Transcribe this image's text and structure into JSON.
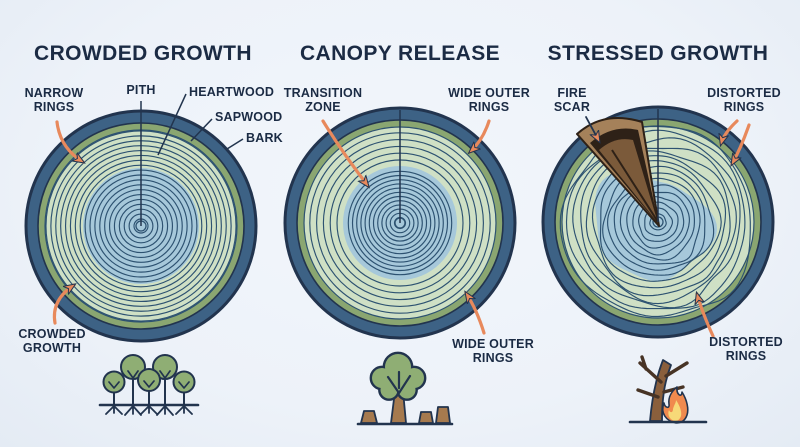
{
  "figure_name": "tree-ring-growth-patterns-diagram",
  "panels": [
    {
      "title": "CROWDED GROWTH",
      "icon": "crowded-trees-icon",
      "ring_pattern": "narrow-even",
      "ring_count": 19,
      "labels": {
        "narrow_rings": "NARROW\nRINGS",
        "pith": "PITH",
        "heartwood": "HEARTWOOD",
        "sapwood": "SAPWOOD",
        "bark": "BARK",
        "crowded_growth": "CROWDED\nGROWTH"
      }
    },
    {
      "title": "CANOPY RELEASE",
      "icon": "tree-with-stumps-icon",
      "ring_pattern": "dense-core-wide-outer",
      "labels": {
        "transition_zone": "TRANSITION\nZONE",
        "wide_outer_rings_top": "WIDE OUTER\nRINGS",
        "wide_outer_rings_bottom": "WIDE OUTER\nRINGS"
      }
    },
    {
      "title": "STRESSED GROWTH",
      "icon": "burnt-tree-icon",
      "ring_pattern": "distorted-wavy",
      "ring_count": 16,
      "labels": {
        "fire_scar": "FIRE\nSCAR",
        "distorted_rings_top": "DISTORTED\nRINGS",
        "distorted_rings_bottom": "DISTORTED\nRINGS"
      }
    }
  ],
  "colors": {
    "background": "#edf2f9",
    "text": "#1b2b44",
    "outline": "#22344e",
    "arrow_orange": "#e8895c",
    "bark_blue": "#3d6285",
    "sapwood_green": "#8aa671",
    "ring_field_green": "#cfe0c5",
    "heartwood_blue": "#a6c8da",
    "ring_line_blue": "#2d5271",
    "scar_light_brown": "#a5815a",
    "scar_mid_brown": "#7b5a3a",
    "scar_dark_brown": "#2e2117",
    "icon_leaf_green": "#8fae74",
    "icon_trunk_brown": "#a67a4e",
    "icon_burnt_brown": "#8a5f3c",
    "icon_branch_dark": "#473325",
    "flame_orange": "#f08a4e",
    "flame_yellow": "#f7d978"
  }
}
